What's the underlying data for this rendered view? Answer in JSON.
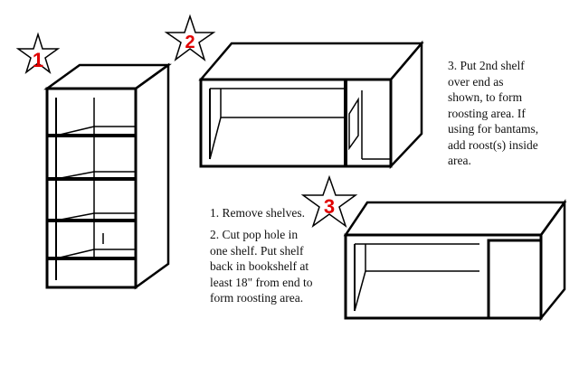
{
  "stars": [
    {
      "id": "star-1",
      "label": "1"
    },
    {
      "id": "star-2",
      "label": "2"
    },
    {
      "id": "star-3",
      "label": "3"
    }
  ],
  "instructions": {
    "step1": "1. Remove shelves.",
    "step2": "2. Cut pop hole in\none shelf. Put shelf\nback in bookshelf at\nleast 18\" from end to\nform roosting area.",
    "step3": "3. Put 2nd shelf\nover end as\nshown, to form\nroosting area. If\nusing for bantams,\nadd roost(s) inside\narea."
  },
  "colors": {
    "ink": "#000000",
    "star_number": "#e00000",
    "background": "#ffffff"
  }
}
